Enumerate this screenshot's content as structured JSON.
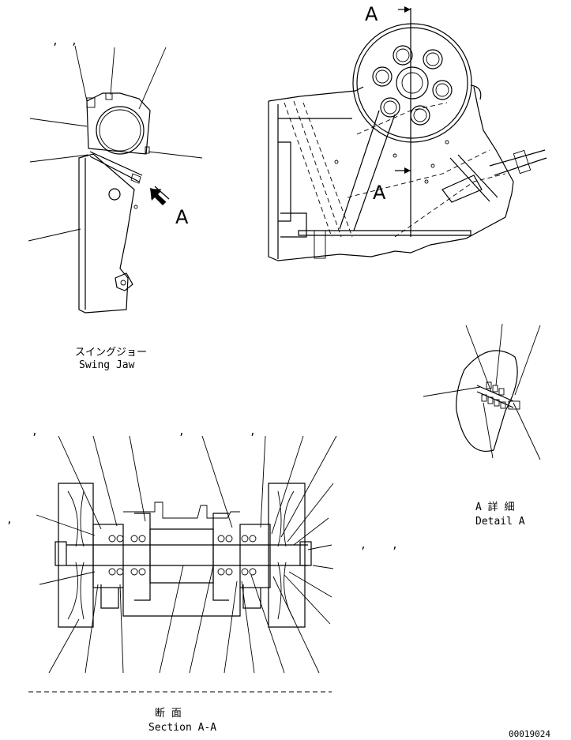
{
  "labels": {
    "swing_jaw_jp": "スイングジョー",
    "swing_jaw_en": "Swing Jaw",
    "view_a": "A",
    "section_marker_top": "A",
    "section_marker_bottom": "A",
    "detail_a_jp": "A 詳 細",
    "detail_a_en": "Detail A",
    "section_jp": "断 面",
    "section_en": "Section A-A",
    "drawing_number": "00019024"
  }
}
